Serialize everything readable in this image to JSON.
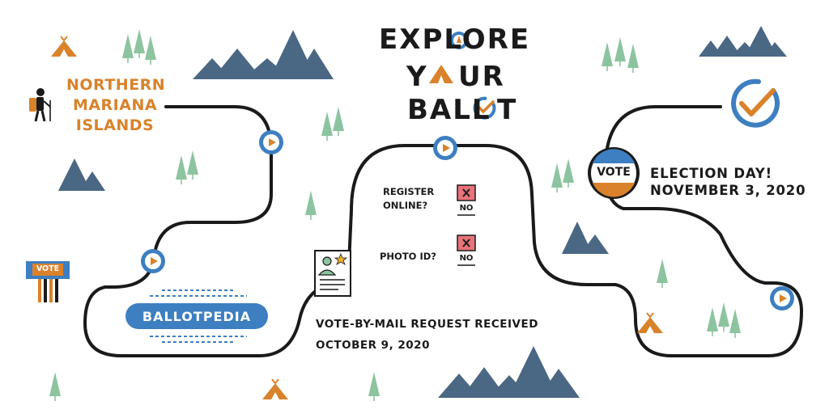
{
  "title": {
    "line1": "EXPLORE",
    "line2": "Y",
    "line2_rest": "UR",
    "line3": "BALL",
    "line3_rest": "T"
  },
  "region": {
    "line1": "NORTHERN",
    "line2": "MARIANA",
    "line3": "ISLANDS"
  },
  "logo": {
    "text": "BALLOTPEDIA"
  },
  "checklist": {
    "register_label_1": "REGISTER",
    "register_label_2": "ONLINE?",
    "register_value": "NO",
    "photo_id_label": "PHOTO ID?",
    "photo_id_value": "NO"
  },
  "vote_by_mail": {
    "label": "VOTE-BY-MAIL REQUEST RECEIVED",
    "date": "OCTOBER 9, 2020"
  },
  "election": {
    "label": "ELECTION DAY!",
    "date": "NOVEMBER 3, 2020"
  },
  "signs": {
    "badge_text": "VOTE",
    "post_text": "VOTE"
  },
  "colors": {
    "orange": "#d9822b",
    "blue": "#3d7fc1",
    "mountain": "#4a6784",
    "tree": "#8dc4a0",
    "path": "#1a1a1a",
    "no_box": "#e8737a"
  }
}
